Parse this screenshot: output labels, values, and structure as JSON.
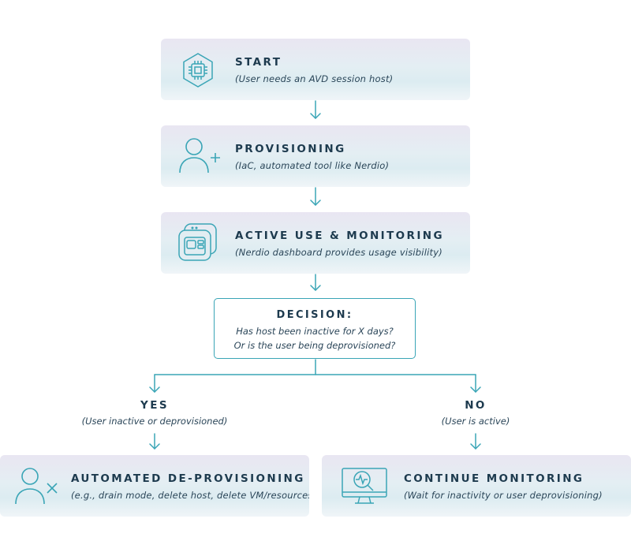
{
  "steps": {
    "start": {
      "title": "START",
      "subtitle": "(User needs an AVD session host)",
      "icon": "cpu-chip-icon"
    },
    "provisioning": {
      "title": "PROVISIONING",
      "subtitle": "(IaC, automated tool like Nerdio)",
      "icon": "add-user-icon"
    },
    "active": {
      "title": "ACTIVE USE & MONITORING",
      "subtitle": "(Nerdio dashboard provides usage visibility)",
      "icon": "dashboard-windows-icon"
    }
  },
  "decision": {
    "title": "DECISION:",
    "line1": "Has host been inactive for X days?",
    "line2": "Or is the user being deprovisioned?"
  },
  "branches": {
    "yes": {
      "label": "YES",
      "subtitle": "(User inactive or deprovisioned)"
    },
    "no": {
      "label": "NO",
      "subtitle": "(User is active)"
    }
  },
  "outcomes": {
    "deprovision": {
      "title": "AUTOMATED DE-PROVISIONING",
      "subtitle": "(e.g., drain mode, delete host, delete VM/resources)",
      "icon": "remove-user-icon"
    },
    "monitor": {
      "title": "CONTINUE MONITORING",
      "subtitle": "(Wait for inactivity or user deprovisioning)",
      "icon": "monitor-search-icon"
    }
  },
  "colors": {
    "accent": "#3aa5b6",
    "text": "#1d3a4e"
  }
}
